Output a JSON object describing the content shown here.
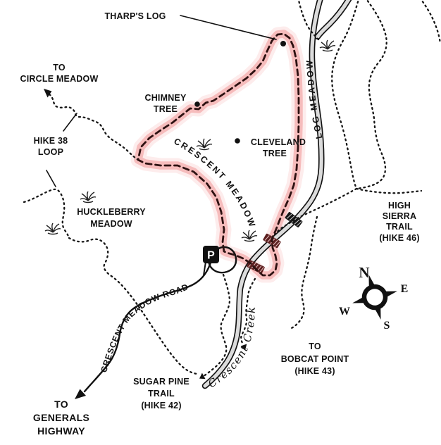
{
  "labels": {
    "tharps_log": "THARP'S LOG",
    "circle_meadow": {
      "line1": "TO",
      "line2": "CIRCLE MEADOW"
    },
    "chimney_tree": {
      "line1": "CHIMNEY",
      "line2": "TREE"
    },
    "hike38": {
      "line1": "HIKE 38",
      "line2": "LOOP"
    },
    "cleveland_tree": {
      "line1": "CLEVELAND",
      "line2": "TREE"
    },
    "huckleberry": {
      "line1": "HUCKLEBERRY",
      "line2": "MEADOW"
    },
    "high_sierra": {
      "line1": "HIGH",
      "line2": "SIERRA",
      "line3": "TRAIL",
      "line4": "(HIKE 46)"
    },
    "bobcat": {
      "line1": "TO",
      "line2": "BOBCAT POINT",
      "line3": "(HIKE 43)"
    },
    "sugar_pine": {
      "line1": "SUGAR PINE",
      "line2": "TRAIL",
      "line3": "(HIKE 42)"
    },
    "generals": {
      "line1": "TO",
      "line2": "GENERALS",
      "line3": "HIGHWAY"
    },
    "crescent_meadow": "CRESCENT MEADOW",
    "log_meadow": "LOG MEADOW",
    "crescent_meadow_road": "CRESCENT MEADOW ROAD",
    "crescent_creek": "Crescent Creek",
    "parking": "P",
    "compass": {
      "n": "N",
      "e": "E",
      "s": "S",
      "w": "W"
    }
  },
  "colors": {
    "glow_outer": "#fbdcdc",
    "glow_inner": "#f5b4b4",
    "highlight_dash": "#2d1111",
    "bridge_maroon": "#5d2020",
    "bridge_black": "#151515",
    "creek_fill": "#dcdcdc",
    "ink": "#111111"
  }
}
